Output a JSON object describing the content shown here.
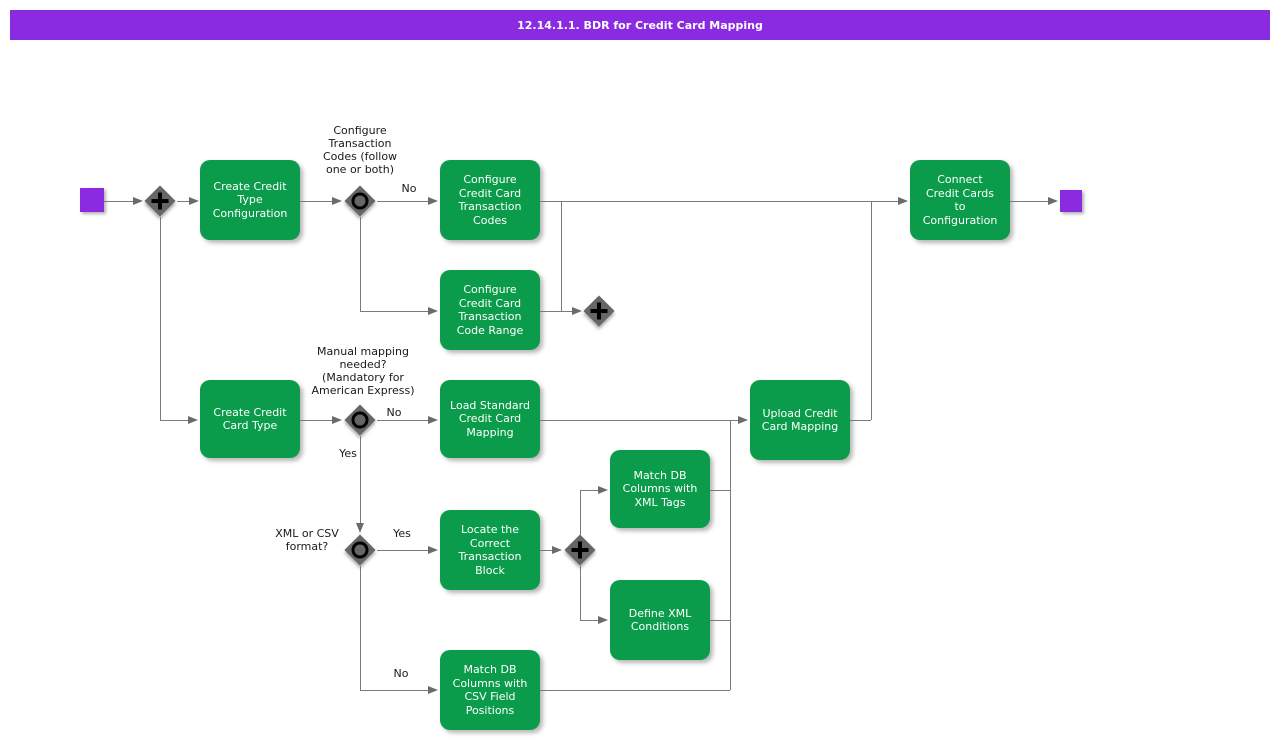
{
  "title": "12.14.1.1. BDR for Credit Card Mapping",
  "colors": {
    "accent_purple": "#8A2BE2",
    "task_green": "#0b9c4b",
    "line_gray": "#7a7a7a",
    "gateway_gray": "#666666"
  },
  "nodes": {
    "create_credit_type_configuration": {
      "label": "Create Credit\nType\nConfiguration"
    },
    "configure_credit_card_transaction_codes": {
      "label": "Configure\nCredit Card\nTransaction\nCodes"
    },
    "configure_credit_card_transaction_code_range": {
      "label": "Configure\nCredit Card\nTransaction\nCode Range"
    },
    "connect_credit_cards_to_configuration": {
      "label": "Connect\nCredit Cards\nto\nConfiguration"
    },
    "create_credit_card_type": {
      "label": "Create Credit\nCard Type"
    },
    "load_standard_credit_card_mapping": {
      "label": "Load Standard\nCredit Card\nMapping"
    },
    "upload_credit_card_mapping": {
      "label": "Upload Credit\nCard Mapping"
    },
    "locate_the_correct_transaction_block": {
      "label": "Locate the\nCorrect\nTransaction\nBlock"
    },
    "match_db_columns_with_xml_tags": {
      "label": "Match DB\nColumns with\nXML Tags"
    },
    "define_xml_conditions": {
      "label": "Define XML\nConditions"
    },
    "match_db_columns_with_csv_field_positions": {
      "label": "Match DB\nColumns with\nCSV Field\nPositions"
    }
  },
  "annotations": {
    "configure_transaction_codes": "Configure\nTransaction\nCodes (follow\none or both)",
    "manual_mapping": "Manual mapping\nneeded?\n(Mandatory for\nAmerican Express)",
    "xml_or_csv": "XML or CSV\nformat?"
  },
  "branch_labels": {
    "gw1_no": "No",
    "gw2_no": "No",
    "gw2_yes": "Yes",
    "gw3_yes": "Yes",
    "gw3_no": "No"
  }
}
